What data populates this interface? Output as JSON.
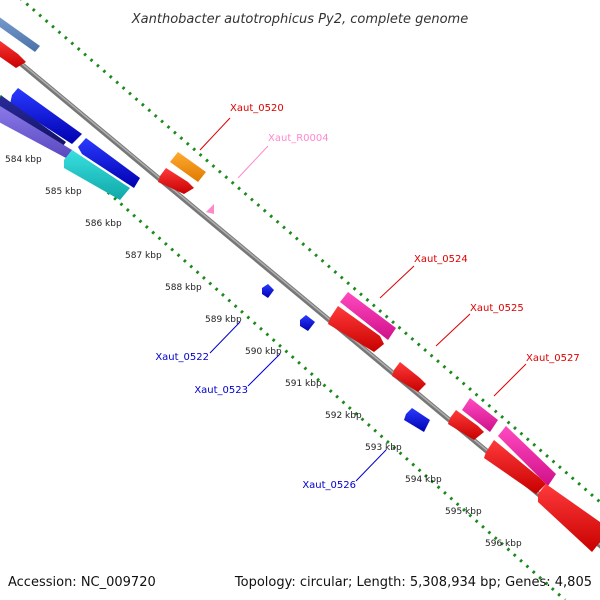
{
  "header": {
    "title": "Xanthobacter autotrophicus Py2, complete genome"
  },
  "footer": {
    "accession": "Accession: NC_009720",
    "summary": "Topology: circular; Length: 5,308,934 bp; Genes: 4,805"
  },
  "colors": {
    "backbone": "#888888",
    "tick_marks": "#1a8a1a",
    "label_red": "#dd0000",
    "label_pink": "#ff88cc",
    "label_blue": "#0000cc"
  },
  "ticks": [
    {
      "label": "584 kbp"
    },
    {
      "label": "585 kbp"
    },
    {
      "label": "586 kbp"
    },
    {
      "label": "587 kbp"
    },
    {
      "label": "588 kbp"
    },
    {
      "label": "589 kbp"
    },
    {
      "label": "590 kbp"
    },
    {
      "label": "591 kbp"
    },
    {
      "label": "592 kbp"
    },
    {
      "label": "593 kbp"
    },
    {
      "label": "594 kbp"
    },
    {
      "label": "595 kbp"
    },
    {
      "label": "596 kbp"
    }
  ],
  "gene_labels": [
    {
      "name": "Xaut_0520",
      "color": "#dd0000"
    },
    {
      "name": "Xaut_R0004",
      "color": "#ff88cc"
    },
    {
      "name": "Xaut_0524",
      "color": "#dd0000"
    },
    {
      "name": "Xaut_0525",
      "color": "#dd0000"
    },
    {
      "name": "Xaut_0527",
      "color": "#dd0000"
    },
    {
      "name": "Xaut_0522",
      "color": "#0000cc"
    },
    {
      "name": "Xaut_0523",
      "color": "#0000cc"
    },
    {
      "name": "Xaut_0526",
      "color": "#0000cc"
    }
  ]
}
